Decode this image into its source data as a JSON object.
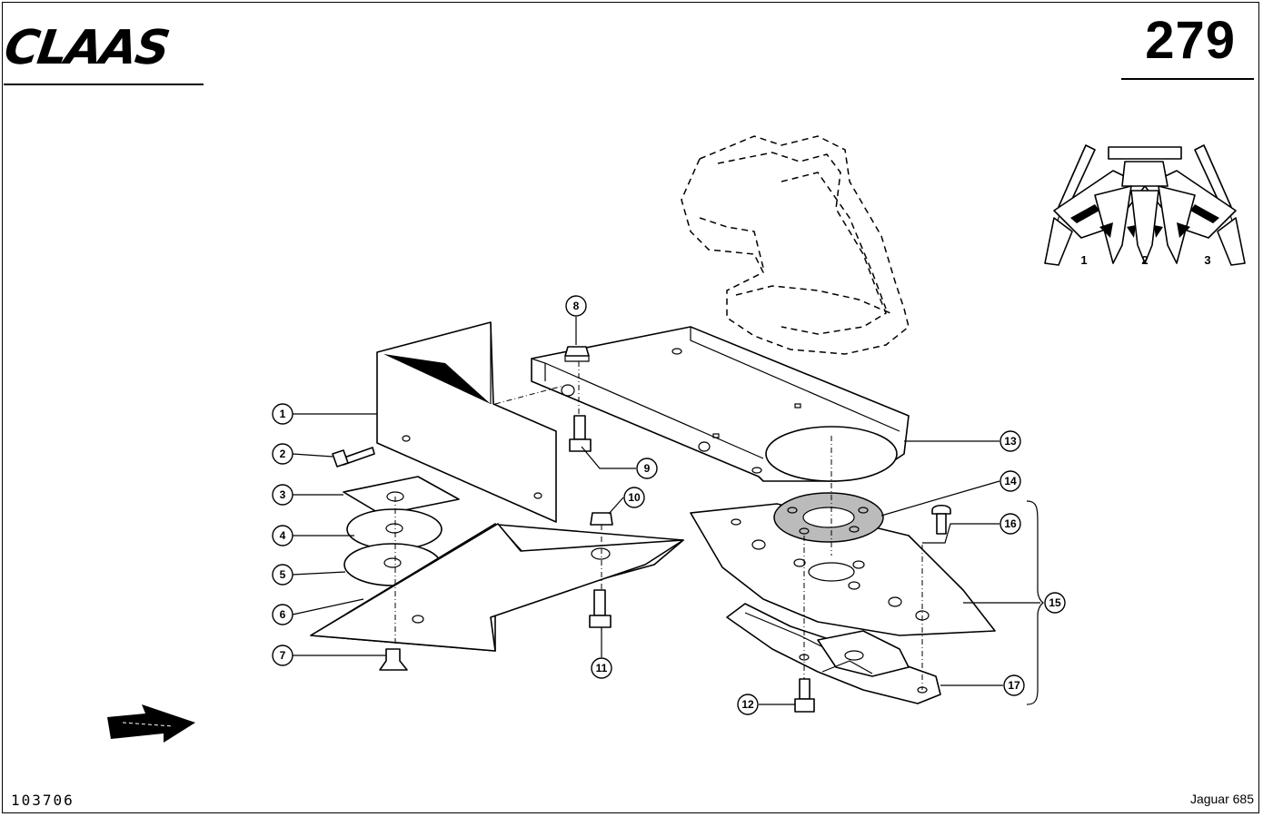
{
  "header": {
    "brand": "CLAAS",
    "page_number": "279"
  },
  "footer": {
    "document_number": "103706",
    "model": "Jaguar 685"
  },
  "inset": {
    "labels": [
      "1",
      "2",
      "3"
    ]
  },
  "callouts": [
    "1",
    "2",
    "3",
    "4",
    "5",
    "6",
    "7",
    "8",
    "9",
    "10",
    "11",
    "12",
    "13",
    "14",
    "15",
    "16",
    "17"
  ]
}
